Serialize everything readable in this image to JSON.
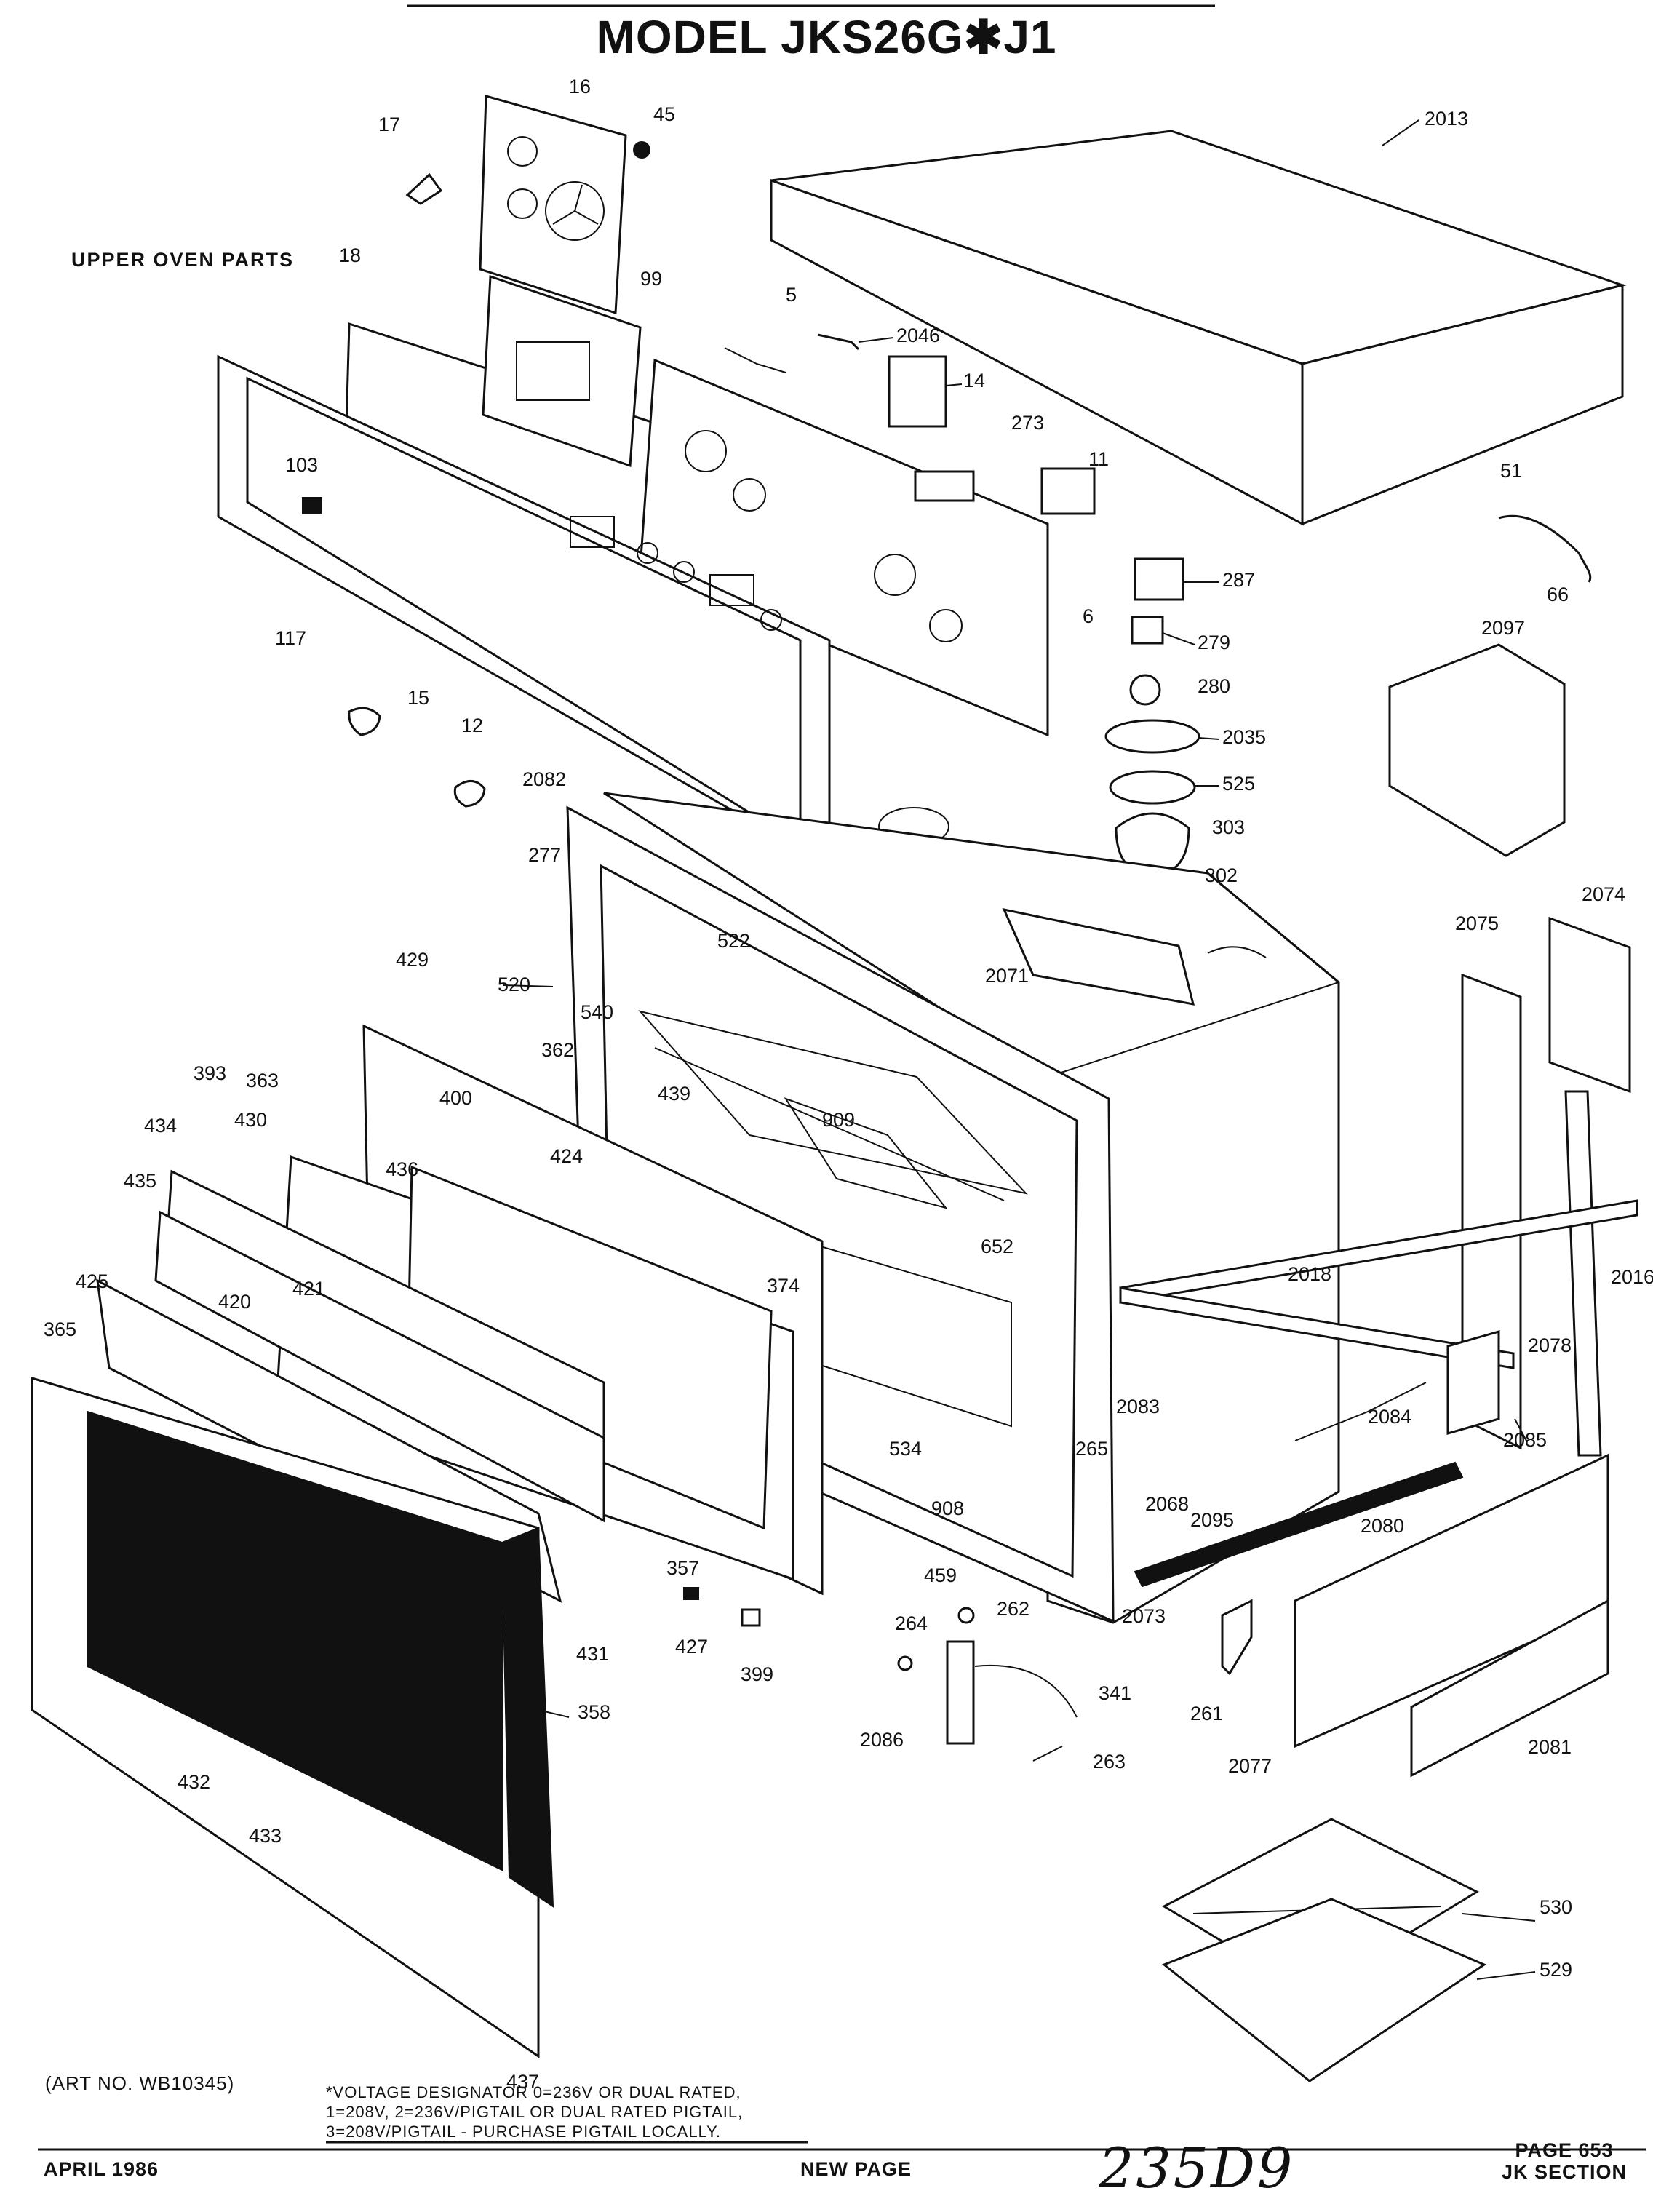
{
  "header": {
    "title": "MODEL JKS26G✱J1",
    "section_label": "UPPER OVEN PARTS"
  },
  "callouts": [
    "17",
    "16",
    "45",
    "2013",
    "18",
    "99",
    "5",
    "2046",
    "14",
    "273",
    "11",
    "51",
    "66",
    "103",
    "117",
    "287",
    "279",
    "280",
    "2035",
    "525",
    "303",
    "302",
    "2097",
    "15",
    "12",
    "2082",
    "277",
    "6",
    "522",
    "2071",
    "2075",
    "2074",
    "429",
    "520",
    "540",
    "362",
    "363",
    "393",
    "439",
    "400",
    "424",
    "909",
    "434",
    "430",
    "436",
    "435",
    "652",
    "374",
    "425",
    "420",
    "421",
    "2018",
    "2016",
    "2078",
    "365",
    "534",
    "2083",
    "2084",
    "2085",
    "908",
    "265",
    "2068",
    "2095",
    "2080",
    "357",
    "459",
    "2073",
    "264",
    "262",
    "431",
    "427",
    "399",
    "341",
    "261",
    "2086",
    "358",
    "432",
    "263",
    "2077",
    "2081",
    "433",
    "530",
    "529",
    "437"
  ],
  "footer": {
    "art_no": "(ART NO. WB10345)",
    "voltage_note": "*VOLTAGE DESIGNATOR 0=236V OR DUAL RATED,\n1=208V, 2=236V/PIGTAIL OR DUAL RATED PIGTAIL,\n3=208V/PIGTAIL - PURCHASE PIGTAIL LOCALLY.",
    "date": "APRIL 1986",
    "new_page": "NEW PAGE",
    "handwritten": "235D9",
    "page": "PAGE 653",
    "section": "JK SECTION"
  }
}
